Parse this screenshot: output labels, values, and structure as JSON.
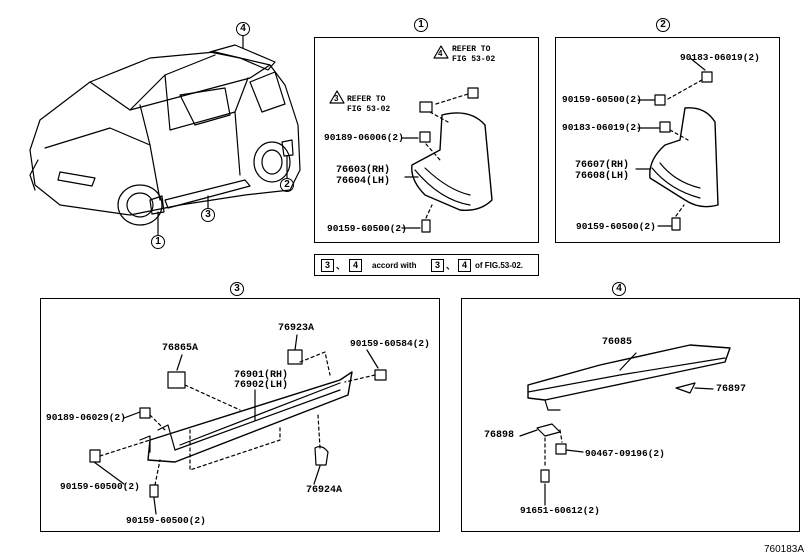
{
  "callouts": {
    "c1": "1",
    "c2": "2",
    "c3": "3",
    "c4": "4"
  },
  "panel1": {
    "ref4_line1": "REFER TO",
    "ref4_line2": "FIG 53-02",
    "ref3_line1": "REFER TO",
    "ref3_line2": "FIG 53-02",
    "tri3": "3",
    "tri4": "4",
    "p1": "90189-06006(2)",
    "p2_line1": "76603(RH)",
    "p2_line2": "76604(LH)",
    "p3": "90159-60500(2)"
  },
  "panel2": {
    "p1": "90183-06019(2)",
    "p2": "90159-60500(2)",
    "p3": "90183-06019(2)",
    "p4_line1": "76607(RH)",
    "p4_line2": "76608(LH)",
    "p5": "90159-60500(2)"
  },
  "note": {
    "tri_a": "3",
    "sep1": "、",
    "tri_b": "4",
    "text": "accord with",
    "tri_c": "3",
    "sep2": "、",
    "tri_d": "4",
    "tail": "of FIG.53-02."
  },
  "panel3": {
    "p1": "76923A",
    "p2": "76865A",
    "p3": "90159-60584(2)",
    "p4_line1": "76901(RH)",
    "p4_line2": "76902(LH)",
    "p5": "90189-06029(2)",
    "p6": "90159-60500(2)",
    "p7": "76924A",
    "p8": "90159-60500(2)"
  },
  "panel4": {
    "p1": "76085",
    "p2": "76897",
    "p3": "76898",
    "p4": "90467-09196(2)",
    "p5": "91651-60612(2)"
  },
  "figure_code": "760183A"
}
